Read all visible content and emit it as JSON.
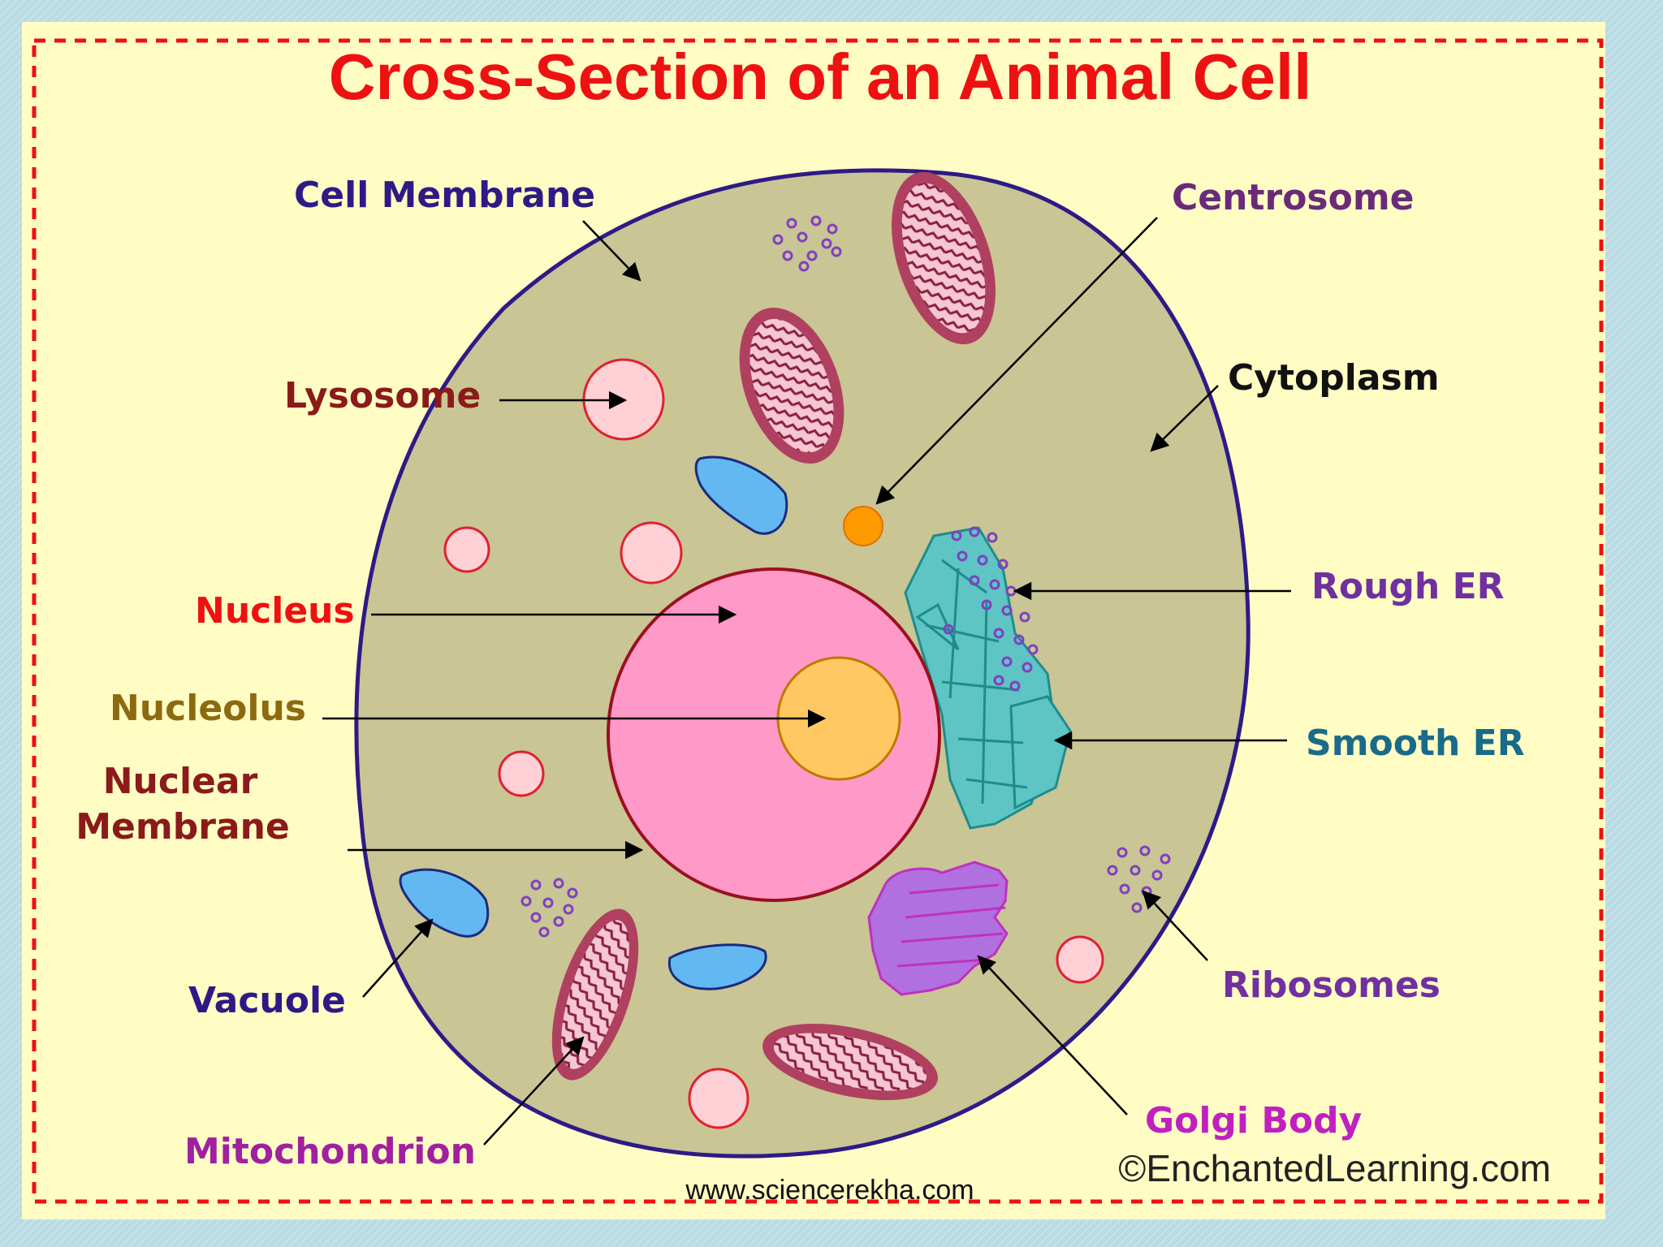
{
  "title": "Cross-Section of an Animal Cell",
  "labels": {
    "cell_membrane": "Cell Membrane",
    "lysosome": "Lysosome",
    "nucleus": "Nucleus",
    "nucleolus": "Nucleolus",
    "nuclear_membrane_line1": "Nuclear",
    "nuclear_membrane_line2": "Membrane",
    "vacuole": "Vacuole",
    "mitochondrion": "Mitochondrion",
    "centrosome": "Centrosome",
    "cytoplasm": "Cytoplasm",
    "rough_er": "Rough ER",
    "smooth_er": "Smooth ER",
    "ribosomes": "Ribosomes",
    "golgi_body": "Golgi Body"
  },
  "credit": "©EnchantedLearning.com",
  "website": "www.sciencerekha.com",
  "colors": {
    "title": "#ee1111",
    "background": "#fffcc4",
    "border": "#ee1111",
    "cytoplasm": "#c9c594",
    "cell_membrane": "#2e1a86",
    "nucleus": "#ff99c8",
    "nucleolus": "#ffc862",
    "vacuole": "#63b8f2",
    "er": "#5ec4c4",
    "golgi": "#b070e0",
    "centrosome": "#ff9a00"
  }
}
